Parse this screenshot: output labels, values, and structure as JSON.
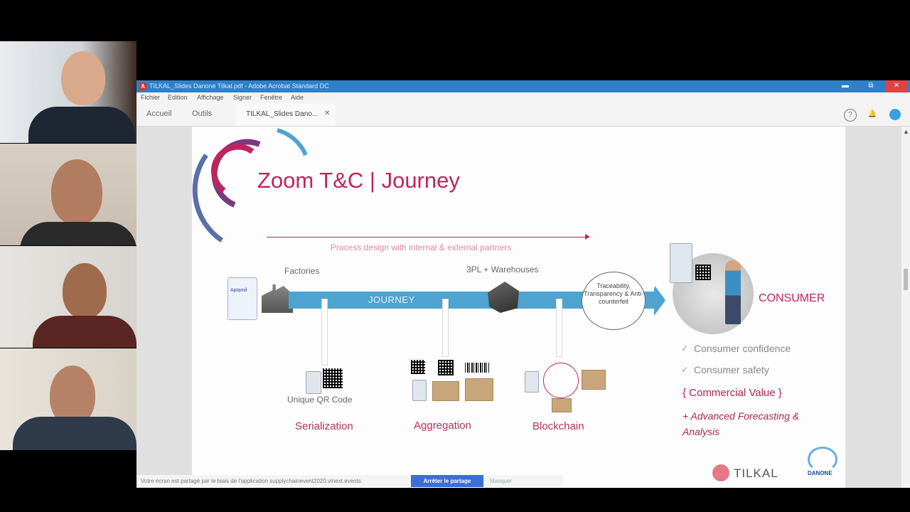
{
  "window": {
    "title": "TILKAL_Slides Danone Tilkal.pdf - Adobe Acrobat Standard DC",
    "menu": [
      "Fichier",
      "Edition",
      "Affichage",
      "Signer",
      "Fenêtre",
      "Aide"
    ],
    "tabs": {
      "home": "Accueil",
      "tools": "Outils",
      "document": "TILKAL_Slides Dano..."
    },
    "pdf_icon": "A"
  },
  "slide": {
    "title": "Zoom T&C | Journey",
    "process_label": "Process design with internal & external partners",
    "factories": "Factories",
    "warehouses": "3PL + Warehouses",
    "journey": "JOURNEY",
    "traceability": "Traceability, Transparency & Anti-counterfeit",
    "consumer": "CONSUMER",
    "qr_label": "Unique QR Code",
    "stages": {
      "serialization": "Serialization",
      "aggregation": "Aggregation",
      "blockchain": "Blockchain"
    },
    "bullets": [
      "Consumer confidence",
      "Consumer safety"
    ],
    "commercial_value": "{ Commercial Value }",
    "forecast": "+ Advanced Forecasting & Analysis",
    "tilkal": "TILKAL",
    "danone": "DANONE",
    "product_label": "Aptamil"
  },
  "share": {
    "message": "Votre écran est partagé par le biais de l'application supplychainevent2020.vinext.events.",
    "stop": "Arrêter le partage",
    "hide": "Masquer"
  },
  "colors": {
    "accent": "#c0245c",
    "journey": "#4fa3cf",
    "titlebar": "#2f80c9"
  }
}
